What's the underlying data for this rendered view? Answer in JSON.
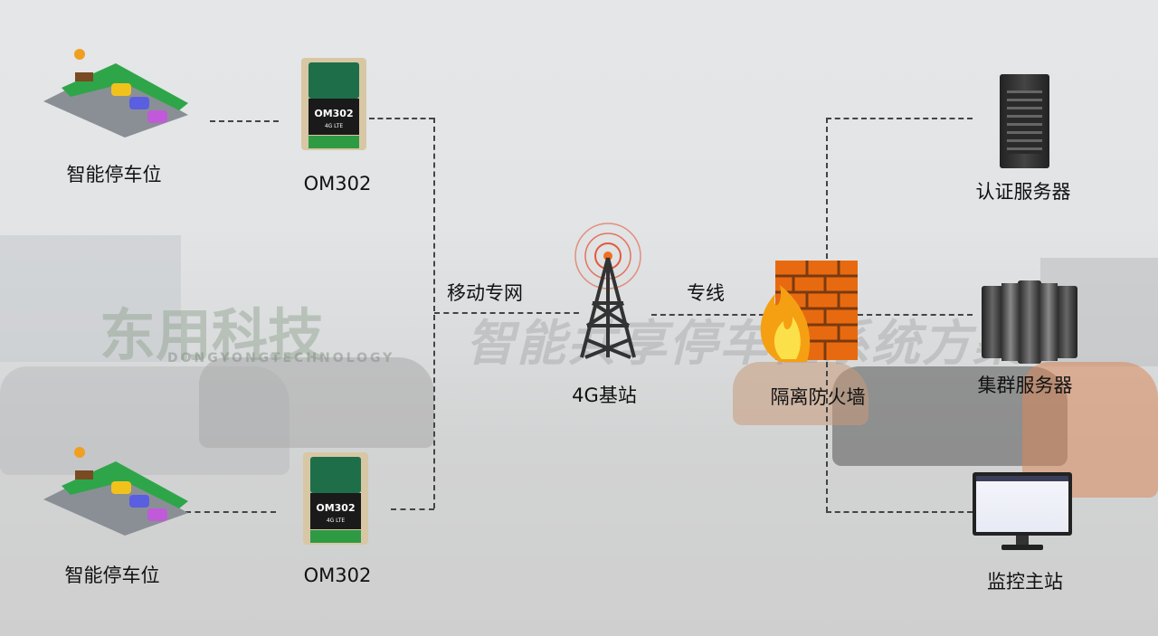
{
  "watermark": {
    "brand": "东用科技",
    "brand_en": "DONGYONGTECHNOLOGY",
    "slogan": "智能共享停车位系统方案"
  },
  "nodes": {
    "parking_top": "智能停车位",
    "device_top": "OM302",
    "parking_bottom": "智能停车位",
    "device_bottom": "OM302",
    "base_station": "4G基站",
    "firewall": "隔离防火墙",
    "auth_server": "认证服务器",
    "cluster_server": "集群服务器",
    "monitor_station": "监控主站"
  },
  "links": {
    "mobile_network": "移动专网",
    "leased_line": "专线"
  },
  "device": {
    "model": "OM302",
    "sub": "4G LTE"
  }
}
